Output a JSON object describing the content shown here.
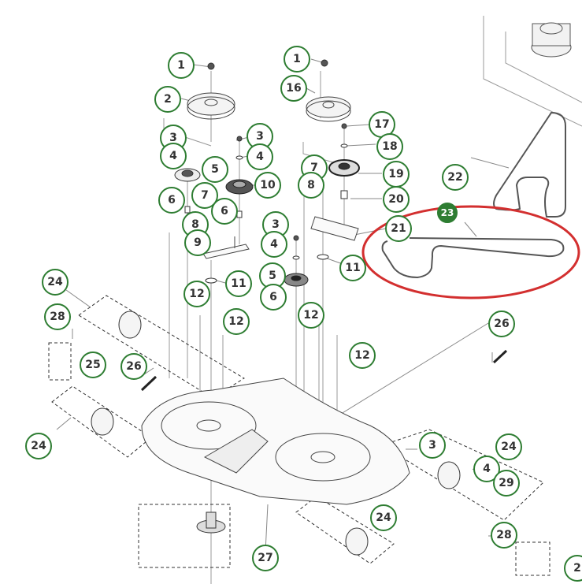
{
  "diagram": {
    "title": "Mower deck exploded parts diagram",
    "accent_color": "#2e7d32",
    "highlight_color": "#d32f2f",
    "highlighted_part": "23",
    "callouts": [
      {
        "id": "c1a",
        "label": "1"
      },
      {
        "id": "c2",
        "label": "2"
      },
      {
        "id": "c3a",
        "label": "3"
      },
      {
        "id": "c4a",
        "label": "4"
      },
      {
        "id": "c5a",
        "label": "5"
      },
      {
        "id": "c6a",
        "label": "6"
      },
      {
        "id": "c7a",
        "label": "7"
      },
      {
        "id": "c8a",
        "label": "8"
      },
      {
        "id": "c9",
        "label": "9"
      },
      {
        "id": "c3b",
        "label": "3"
      },
      {
        "id": "c4b",
        "label": "4"
      },
      {
        "id": "c10",
        "label": "10"
      },
      {
        "id": "c6b",
        "label": "6"
      },
      {
        "id": "c11a",
        "label": "11"
      },
      {
        "id": "c12a",
        "label": "12"
      },
      {
        "id": "c12b",
        "label": "12"
      },
      {
        "id": "c1b",
        "label": "1"
      },
      {
        "id": "c16",
        "label": "16"
      },
      {
        "id": "c17",
        "label": "17"
      },
      {
        "id": "c18",
        "label": "18"
      },
      {
        "id": "c7b",
        "label": "7"
      },
      {
        "id": "c8b",
        "label": "8"
      },
      {
        "id": "c19",
        "label": "19"
      },
      {
        "id": "c20",
        "label": "20"
      },
      {
        "id": "c21",
        "label": "21"
      },
      {
        "id": "c3c",
        "label": "3"
      },
      {
        "id": "c4c",
        "label": "4"
      },
      {
        "id": "c11b",
        "label": "11"
      },
      {
        "id": "c5b",
        "label": "5"
      },
      {
        "id": "c6c",
        "label": "6"
      },
      {
        "id": "c12c",
        "label": "12"
      },
      {
        "id": "c12d",
        "label": "12"
      },
      {
        "id": "c22",
        "label": "22"
      },
      {
        "id": "c23",
        "label": "23"
      },
      {
        "id": "c26a",
        "label": "26"
      },
      {
        "id": "c24a",
        "label": "24"
      },
      {
        "id": "c28a",
        "label": "28"
      },
      {
        "id": "c25",
        "label": "25"
      },
      {
        "id": "c26b",
        "label": "26"
      },
      {
        "id": "c24b",
        "label": "24"
      },
      {
        "id": "c3d",
        "label": "3"
      },
      {
        "id": "c24c",
        "label": "24"
      },
      {
        "id": "c4d",
        "label": "4"
      },
      {
        "id": "c29",
        "label": "29"
      },
      {
        "id": "c24d",
        "label": "24"
      },
      {
        "id": "c28b",
        "label": "28"
      },
      {
        "id": "c27",
        "label": "27"
      },
      {
        "id": "c2x",
        "label": "2"
      }
    ]
  }
}
